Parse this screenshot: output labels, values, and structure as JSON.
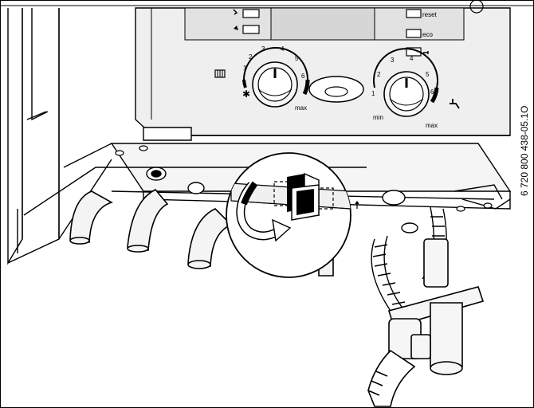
{
  "controls": {
    "reset_label": "reset",
    "eco_label": "eco",
    "heating_dial": {
      "ticks": [
        "1",
        "2",
        "3",
        "4",
        "5",
        "6"
      ],
      "max_label": "max",
      "icon": "radiator-icon",
      "snowflake_icon": "snowflake-icon"
    },
    "hot_water_dial": {
      "ticks": [
        "1",
        "2",
        "3",
        "4",
        "5",
        "6"
      ],
      "min_label": "min",
      "max_label": "max",
      "icon": "tap-icon"
    }
  },
  "reference_code": "6 720 800 438-05.1O",
  "colors": {
    "line": "#000000",
    "panel": "#eeeeee",
    "panel_dark": "#d9d9d9",
    "pipe": "#f2f2f2"
  }
}
